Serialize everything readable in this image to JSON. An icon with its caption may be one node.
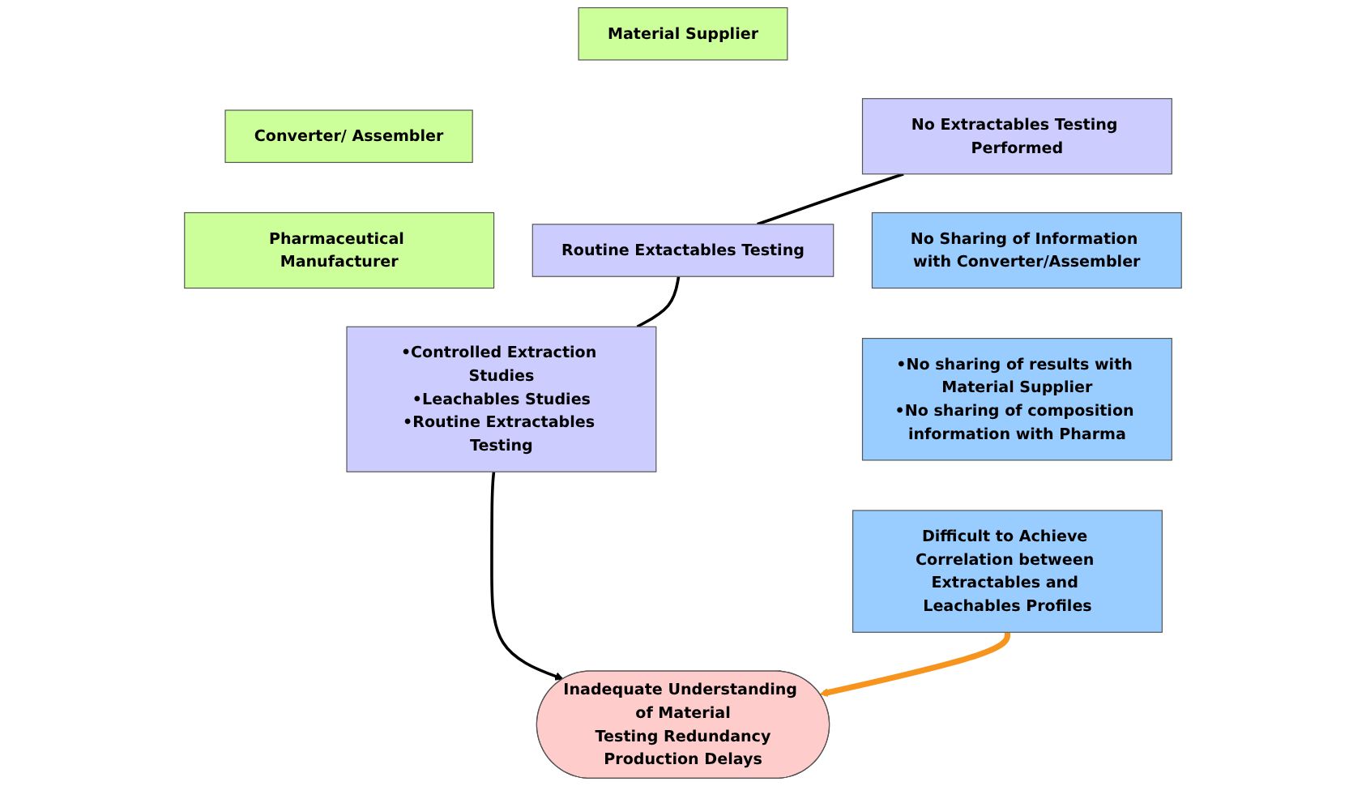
{
  "diagram": {
    "nodes": [
      {
        "text": [
          "Material Supplier"
        ]
      },
      {
        "text": [
          "No Extractables Testing Performed"
        ]
      },
      {
        "text": [
          "No Sharing of Information with Converter/Assembler"
        ]
      },
      {
        "text": [
          "Converter/ Assembler"
        ]
      },
      {
        "text": [
          "Routine Extactables Testing"
        ]
      },
      {
        "text": [
          "•No sharing of results with Material Supplier",
          "•No sharing of composition information with Pharma"
        ]
      },
      {
        "text": [
          "Pharmaceutical Manufacturer"
        ]
      },
      {
        "text": [
          "•Controlled Extraction Studies",
          "•Leachables Studies",
          "•Routine Extractables Testing"
        ]
      },
      {
        "text": [
          "Difficult to Achieve Correlation between Extractables and Leachables Profiles"
        ]
      },
      {
        "text": [
          "Inadequate Understanding of Material",
          "Testing Redundancy",
          "Production Delays"
        ]
      }
    ],
    "edges": [
      {
        "from": 1,
        "to": 4,
        "arrow": "none"
      },
      {
        "from": 4,
        "to": 7,
        "arrow": "none"
      },
      {
        "from": 7,
        "to": 9,
        "arrow": "to"
      },
      {
        "from": 8,
        "to": 9,
        "arrow": "to",
        "style": "thick",
        "color": "#f7941d"
      }
    ]
  }
}
